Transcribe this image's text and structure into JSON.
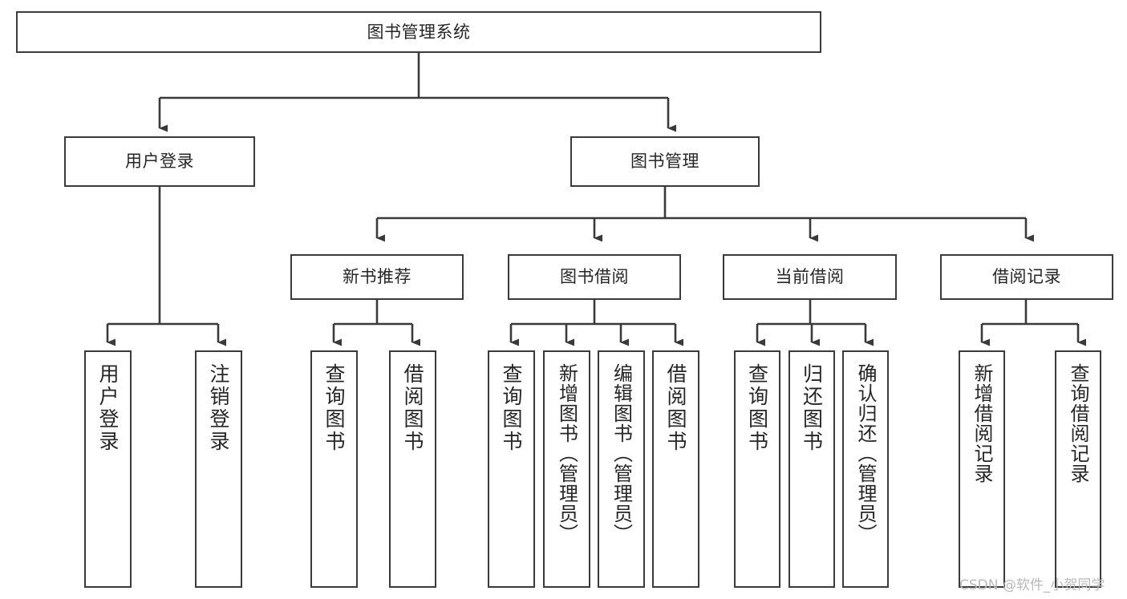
{
  "diagram": {
    "title": "图书管理系统",
    "type": "tree-hierarchy",
    "root": {
      "label": "图书管理系统"
    },
    "level2": [
      {
        "label": "用户登录"
      },
      {
        "label": "图书管理"
      }
    ],
    "level3": [
      {
        "label": "新书推荐"
      },
      {
        "label": "图书借阅"
      },
      {
        "label": "当前借阅"
      },
      {
        "label": "借阅记录"
      }
    ],
    "leaves": {
      "user_login": [
        {
          "label": "用户登录"
        },
        {
          "label": "注销登录"
        }
      ],
      "new_book_recommend": [
        {
          "label": "查询图书"
        },
        {
          "label": "借阅图书"
        }
      ],
      "book_borrow": [
        {
          "label": "查询图书"
        },
        {
          "label": "新增图书（管理员）"
        },
        {
          "label": "编辑图书（管理员）"
        },
        {
          "label": "借阅图书"
        }
      ],
      "current_borrow": [
        {
          "label": "查询图书"
        },
        {
          "label": "归还图书"
        },
        {
          "label": "确认归还（管理员）"
        }
      ],
      "borrow_record": [
        {
          "label": "新增借阅记录"
        },
        {
          "label": "查询借阅记录"
        }
      ]
    }
  },
  "watermark": {
    "text": "CSDN @软件_小贺同学"
  },
  "colors": {
    "stroke": "#3a3a3a",
    "box_fill": "#ffffff",
    "text": "#262626",
    "watermark": "#b9b9b9",
    "background": "#ffffff"
  }
}
